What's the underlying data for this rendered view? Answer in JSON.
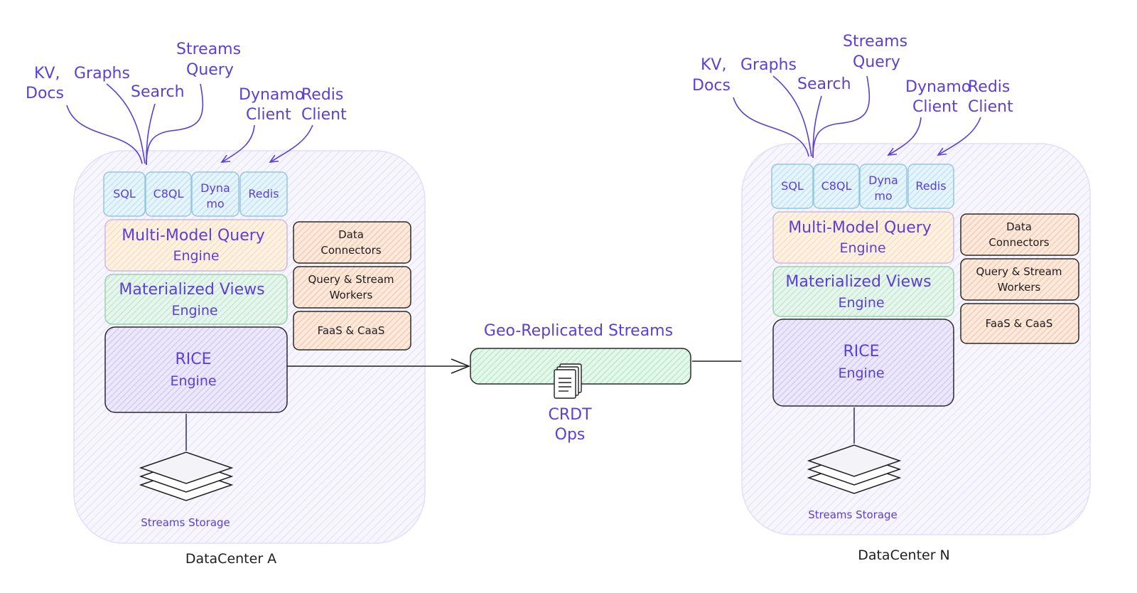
{
  "colors": {
    "accent_purple": "#5b3fd6",
    "dark": "#1e1e1e",
    "dc_fill": "#ede9fb",
    "api_fill": "#cfe9f7",
    "mmq_fill": "#fde3c7",
    "mv_fill": "#cdeed8",
    "rice_fill": "#d6ccf5",
    "side_fill": "#f8cfb0",
    "stream_fill": "#c9efd8"
  },
  "datacenters": [
    {
      "name": "DataCenter A",
      "client_labels": {
        "kv": "KV,",
        "docs": "Docs",
        "graphs": "Graphs",
        "search": "Search",
        "streams": "Streams",
        "query": "Query",
        "dynamo": "Dynamo",
        "redis": "Redis",
        "client1": "Client",
        "client2": "Client"
      },
      "apis": [
        "SQL",
        "C8QL",
        "Dyna",
        "mo",
        "Redis"
      ],
      "multi_model_line1": "Multi-Model Query",
      "multi_model_line2": "Engine",
      "mat_views_line1": "Materialized Views",
      "mat_views_line2": "Engine",
      "rice_line1": "RICE",
      "rice_line2": "Engine",
      "data_connectors_line1": "Data",
      "data_connectors_line2": "Connectors",
      "workers_line1": "Query & Stream",
      "workers_line2": "Workers",
      "faas": "FaaS & CaaS",
      "storage_label": "Streams Storage"
    },
    {
      "name": "DataCenter N",
      "client_labels": {
        "kv": "KV,",
        "docs": "Docs",
        "graphs": "Graphs",
        "search": "Search",
        "streams": "Streams",
        "query": "Query",
        "dynamo": "Dynamo",
        "redis": "Redis",
        "client1": "Client",
        "client2": "Client"
      },
      "apis": [
        "SQL",
        "C8QL",
        "Dyna",
        "mo",
        "Redis"
      ],
      "multi_model_line1": "Multi-Model Query",
      "multi_model_line2": "Engine",
      "mat_views_line1": "Materialized Views",
      "mat_views_line2": "Engine",
      "rice_line1": "RICE",
      "rice_line2": "Engine",
      "data_connectors_line1": "Data",
      "data_connectors_line2": "Connectors",
      "workers_line1": "Query & Stream",
      "workers_line2": "Workers",
      "faas": "FaaS & CaaS",
      "storage_label": "Streams Storage"
    }
  ],
  "replication": {
    "title": "Geo-Replicated Streams",
    "ops_line1": "CRDT",
    "ops_line2": "Ops"
  }
}
